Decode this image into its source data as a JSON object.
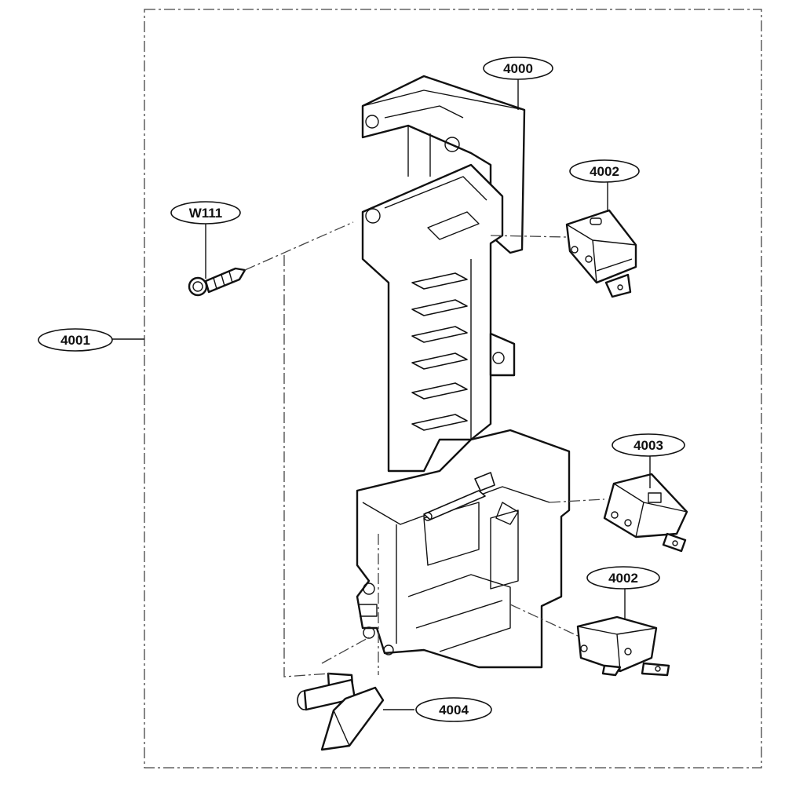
{
  "labels": {
    "main_bracket": "4000",
    "assembly": "4001",
    "switch_top": "4002",
    "switch_middle": "4003",
    "switch_bottom": "4002",
    "lever": "4004",
    "screw": "W111"
  }
}
